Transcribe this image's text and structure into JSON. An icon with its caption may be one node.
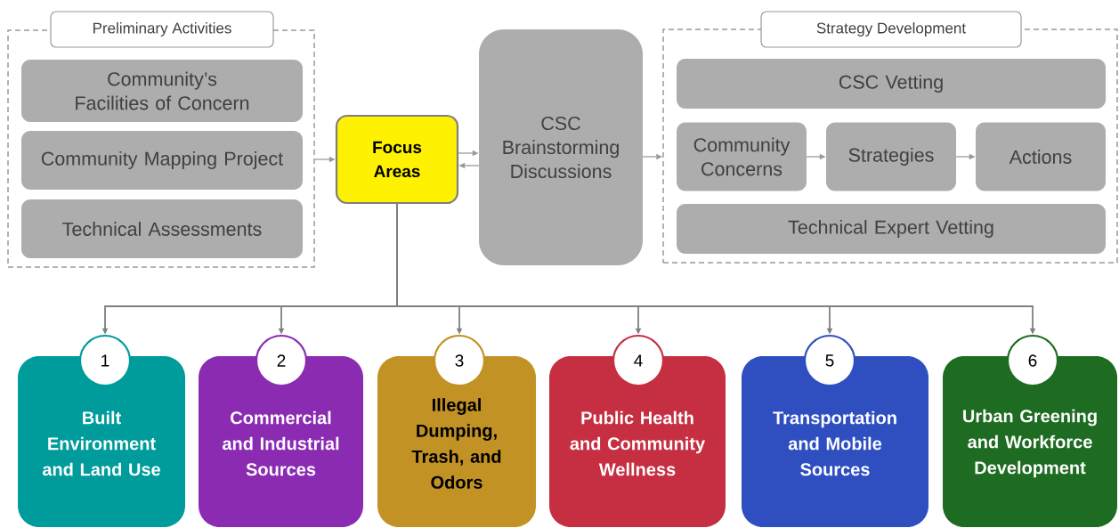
{
  "diagram": {
    "nodes": [
      {
        "text": [
          "Preliminary Activities"
        ]
      },
      {
        "text": [
          "Community’s Facilities of Concern"
        ],
        "in": 0
      },
      {
        "text": [
          "Community Mapping Project"
        ],
        "in": 0
      },
      {
        "text": [
          "Technical Assessments"
        ],
        "in": 0
      },
      {
        "text": [
          "Focus Areas"
        ]
      },
      {
        "text": [
          "CSC Brainstorming Discussions"
        ]
      },
      {
        "text": [
          "Strategy Development"
        ]
      },
      {
        "text": [
          "CSC Vetting"
        ],
        "in": 6
      },
      {
        "text": [
          "Community Concerns"
        ],
        "in": 6
      },
      {
        "text": [
          "Strategies"
        ],
        "in": 6
      },
      {
        "text": [
          "Actions"
        ],
        "in": 6
      },
      {
        "text": [
          "Technical Expert Vetting"
        ],
        "in": 6
      },
      {
        "text": [
          "1",
          "Built Environment and Land Use"
        ]
      },
      {
        "text": [
          "2",
          "Commercial and Industrial Sources"
        ]
      },
      {
        "text": [
          "3",
          "Illegal Dumping, Trash, and Odors"
        ]
      },
      {
        "text": [
          "4",
          "Public Health and Community Wellness"
        ]
      },
      {
        "text": [
          "5",
          "Transportation and Mobile Sources"
        ]
      },
      {
        "text": [
          "6",
          "Urban Greening and Workforce Development"
        ]
      }
    ],
    "edges": [
      {
        "from": 0,
        "to": 4,
        "arrow": "to"
      },
      {
        "from": 4,
        "to": 5,
        "arrow": "to"
      },
      {
        "from": 5,
        "to": 4,
        "arrow": "to"
      },
      {
        "from": 5,
        "to": 6,
        "arrow": "to"
      },
      {
        "from": 8,
        "to": 9,
        "arrow": "to"
      },
      {
        "from": 9,
        "to": 10,
        "arrow": "to"
      },
      {
        "from": 4,
        "to": 12,
        "arrow": "to"
      },
      {
        "from": 4,
        "to": 13,
        "arrow": "to"
      },
      {
        "from": 4,
        "to": 14,
        "arrow": "to"
      },
      {
        "from": 4,
        "to": 15,
        "arrow": "to"
      },
      {
        "from": 4,
        "to": 16,
        "arrow": "to"
      },
      {
        "from": 4,
        "to": 17,
        "arrow": "to"
      }
    ]
  }
}
